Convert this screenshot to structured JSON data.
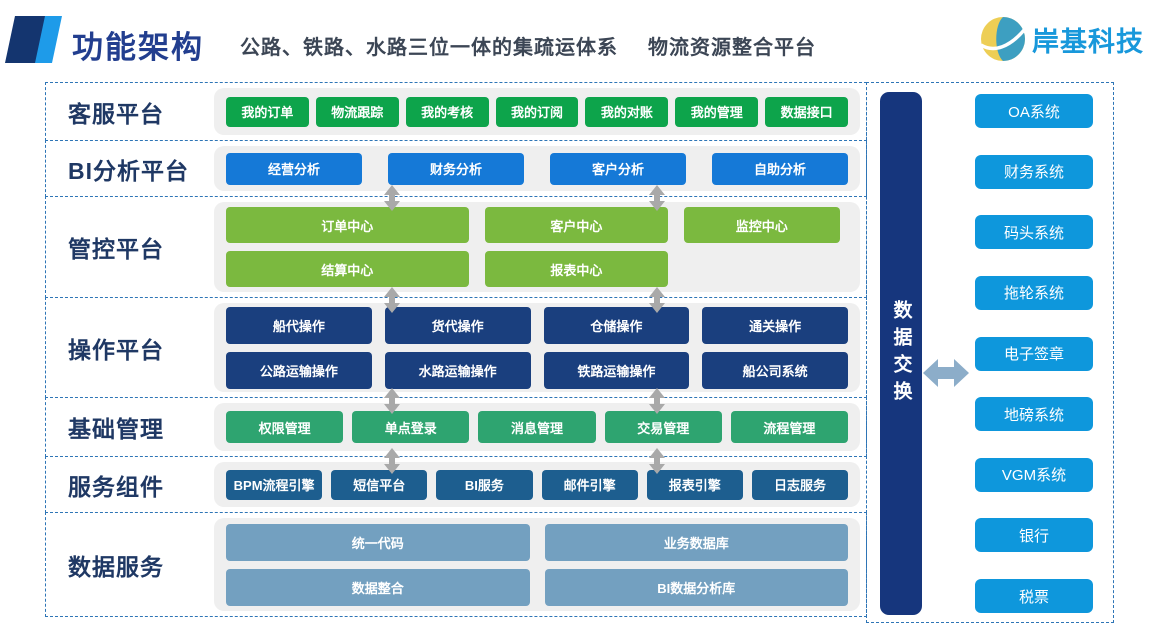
{
  "header": {
    "title": "功能架构",
    "subtitle_part1": "公路、铁路、水路三位一体的集疏运体系",
    "subtitle_part2": "物流资源整合平台",
    "logo_text": "岸基科技"
  },
  "colors": {
    "title_blue": "#223E8F",
    "subtitle_dark": "#3C4655",
    "layer_label_navy": "#1F3864",
    "dashed_border_blue": "#2E75B6",
    "panel_gray": "#EFEFEF",
    "inter_layer_arrow_gray": "#A9A9A9",
    "exchange_arrow_steel": "#8CADC9",
    "exchange_bar_navy": "#16367D",
    "external_button_blue": "#0E97DC",
    "logo_text_blue": "#1898DB",
    "logo_yellow": "#EDCE55",
    "logo_blue": "#2E9BCB"
  },
  "layers": [
    {
      "label": "客服平台",
      "btn_color": "#0DA44B",
      "rows": [
        [
          "我的订单",
          "物流跟踪",
          "我的考核",
          "我的订阅",
          "我的对账",
          "我的管理",
          "数据接口"
        ]
      ]
    },
    {
      "label": "BI分析平台",
      "btn_color": "#1579D7",
      "rows": [
        [
          "经营分析",
          "财务分析",
          "客户分析",
          "自助分析"
        ]
      ]
    },
    {
      "label": "管控平台",
      "btn_color": "#7BB93F",
      "rows": [
        [
          "订单中心",
          "客户中心",
          "监控中心"
        ],
        [
          "结算中心",
          "报表中心"
        ]
      ]
    },
    {
      "label": "操作平台",
      "btn_color": "#1A3F7E",
      "rows": [
        [
          "船代操作",
          "货代操作",
          "仓储操作",
          "通关操作"
        ],
        [
          "公路运输操作",
          "水路运输操作",
          "铁路运输操作",
          "船公司系统"
        ]
      ]
    },
    {
      "label": "基础管理",
      "btn_color": "#2EA470",
      "rows": [
        [
          "权限管理",
          "单点登录",
          "消息管理",
          "交易管理",
          "流程管理"
        ]
      ]
    },
    {
      "label": "服务组件",
      "btn_color": "#1D5E8F",
      "rows": [
        [
          "BPM流程引擎",
          "短信平台",
          "BI服务",
          "邮件引擎",
          "报表引擎",
          "日志服务"
        ]
      ]
    },
    {
      "label": "数据服务",
      "btn_color": "#73A0C0",
      "rows": [
        [
          "统一代码",
          "业务数据库"
        ],
        [
          "数据整合",
          "BI数据分析库"
        ]
      ]
    }
  ],
  "exchange": {
    "bar_label": "数据交换"
  },
  "external_systems": [
    "OA系统",
    "财务系统",
    "码头系统",
    "拖轮系统",
    "电子签章",
    "地磅系统",
    "VGM系统",
    "银行",
    "税票"
  ]
}
